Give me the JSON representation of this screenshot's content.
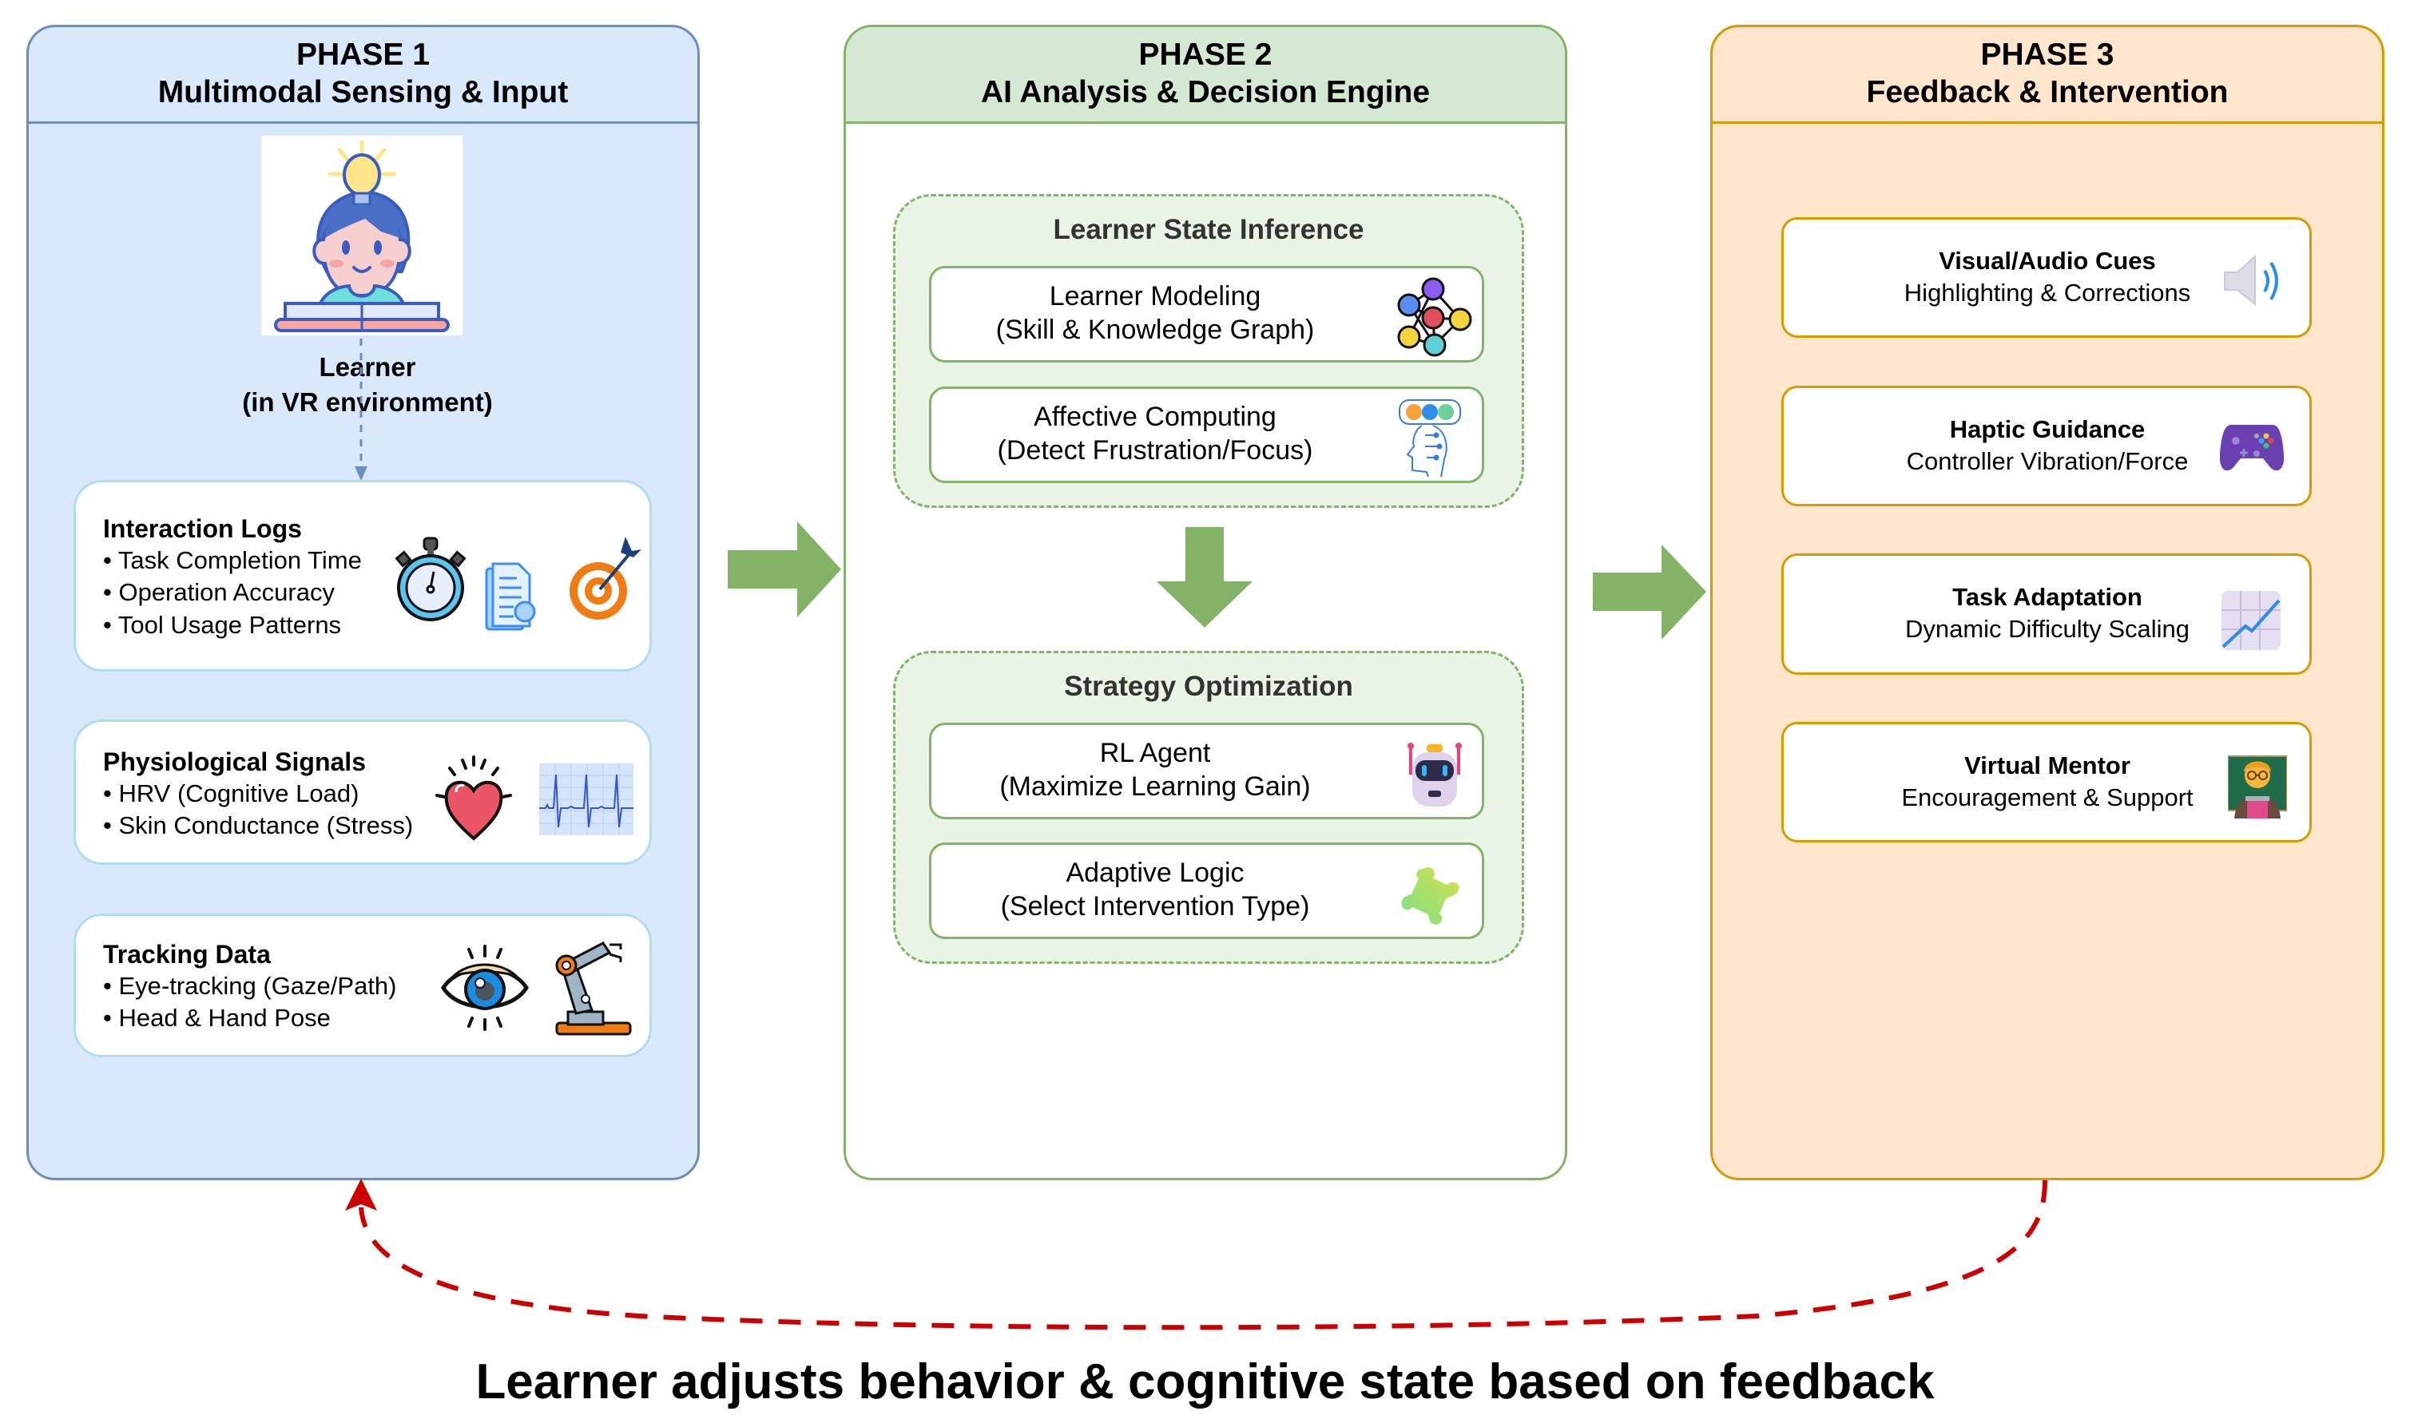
{
  "phases": [
    {
      "number": "PHASE 1",
      "title": "Multimodal Sensing & Input",
      "learner": {
        "label": "Learner",
        "sublabel": "(in VR environment)",
        "icon": "learner-with-lightbulb-icon"
      },
      "cards": [
        {
          "title": "Interaction Logs",
          "items": [
            "• Task Completion Time",
            "• Operation Accuracy",
            "• Tool Usage Patterns"
          ],
          "icons": [
            "stopwatch-icon",
            "document-user-icon",
            "target-dart-icon"
          ]
        },
        {
          "title": "Physiological Signals",
          "items": [
            "• HRV (Cognitive Load)",
            "• Skin Conductance (Stress)"
          ],
          "icons": [
            "heart-icon",
            "ecg-waveform-icon"
          ]
        },
        {
          "title": "Tracking Data",
          "items": [
            "• Eye-tracking (Gaze/Path)",
            "• Head & Hand Pose"
          ],
          "icons": [
            "eye-icon",
            "robotic-arm-icon"
          ]
        }
      ]
    },
    {
      "number": "PHASE 2",
      "title": "AI Analysis & Decision Engine",
      "groups": [
        {
          "title": "Learner State Inference",
          "boxes": [
            {
              "line1": "Learner Modeling",
              "line2": "(Skill & Knowledge Graph)",
              "icon": "knowledge-graph-icon"
            },
            {
              "line1": "Affective Computing",
              "line2": "(Detect Frustration/Focus)",
              "icon": "emotion-head-icon"
            }
          ]
        },
        {
          "title": "Strategy Optimization",
          "boxes": [
            {
              "line1": "RL Agent",
              "line2": "(Maximize Learning Gain)",
              "icon": "robot-icon"
            },
            {
              "line1": "Adaptive Logic",
              "line2": "(Select Intervention Type)",
              "icon": "puzzle-piece-icon"
            }
          ]
        }
      ]
    },
    {
      "number": "PHASE 3",
      "title": "Feedback & Intervention",
      "boxes": [
        {
          "title": "Visual/Audio Cues",
          "subtitle": "Highlighting & Corrections",
          "icon": "speaker-icon"
        },
        {
          "title": "Haptic Guidance",
          "subtitle": "Controller Vibration/Force",
          "icon": "game-controller-icon"
        },
        {
          "title": "Task Adaptation",
          "subtitle": "Dynamic Difficulty Scaling",
          "icon": "trend-chart-icon"
        },
        {
          "title": "Virtual Mentor",
          "subtitle": "Encouragement & Support",
          "icon": "teacher-icon"
        }
      ]
    }
  ],
  "feedback_loop": {
    "caption": "Learner adjusts behavior & cognitive state based on feedback"
  },
  "colors": {
    "phase1_fill": "#dae8fc",
    "phase1_border": "#6c8ebf",
    "phase2_fill": "#d5e8d4",
    "phase2_border": "#82b366",
    "phase3_fill": "#ffe6cc",
    "phase3_border": "#d79b00",
    "flow_arrow": "#82b366",
    "feedback_arrow": "#cc0000"
  }
}
